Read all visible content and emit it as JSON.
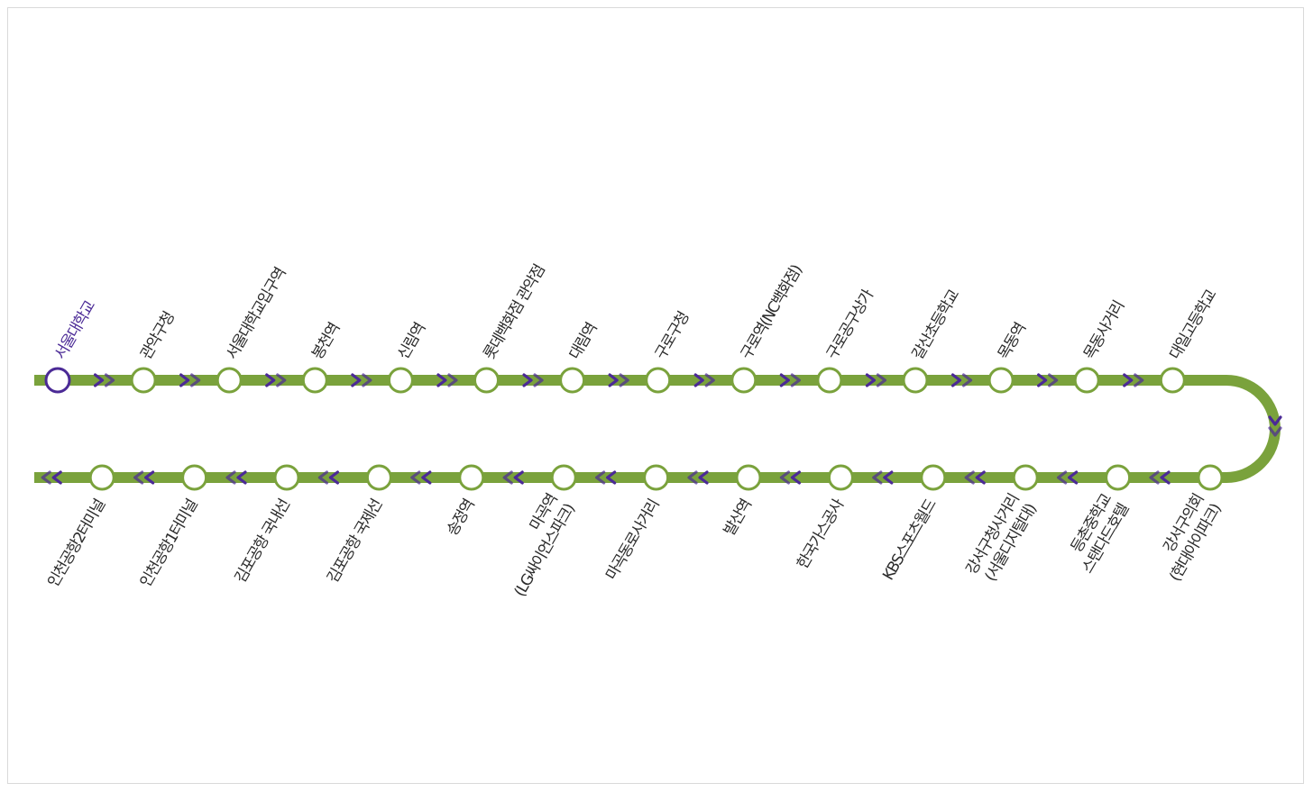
{
  "route": {
    "line_color": "#7aa23c",
    "arrow_color": "#4b2a96",
    "current_color": "#4b2a96",
    "text_color": "#2b2b2b",
    "current_stop_index": 0,
    "outbound": [
      {
        "name": "서울대학교"
      },
      {
        "name": "관악구청"
      },
      {
        "name": "서울대학교입구역"
      },
      {
        "name": "봉천역"
      },
      {
        "name": "신림역"
      },
      {
        "name": "롯데백화점 관악점"
      },
      {
        "name": "대림역"
      },
      {
        "name": "구로구청"
      },
      {
        "name": "구로역(NC백화점)"
      },
      {
        "name": "구로공구상가"
      },
      {
        "name": "갈산초등학교"
      },
      {
        "name": "목동역"
      },
      {
        "name": "목동사거리"
      },
      {
        "name": "대일고등학교"
      }
    ],
    "inbound": [
      {
        "name": "강서구의회",
        "name2": "(현대아이파크)"
      },
      {
        "name": "등촌중학교",
        "name2": "스탠다드호텔"
      },
      {
        "name": "강서구청사거리",
        "name2": "(서울디지털대)"
      },
      {
        "name": "KBS스포츠월드"
      },
      {
        "name": "한국가스공사"
      },
      {
        "name": "발산역"
      },
      {
        "name": "마곡동로사거리"
      },
      {
        "name": "마곡역",
        "name2": "(LG싸이언스파크)"
      },
      {
        "name": "송정역"
      },
      {
        "name": "김포공항 국제선"
      },
      {
        "name": "김포공항 국내선"
      },
      {
        "name": "인천공항1터미널"
      },
      {
        "name": "인천공항2터미널"
      }
    ]
  }
}
